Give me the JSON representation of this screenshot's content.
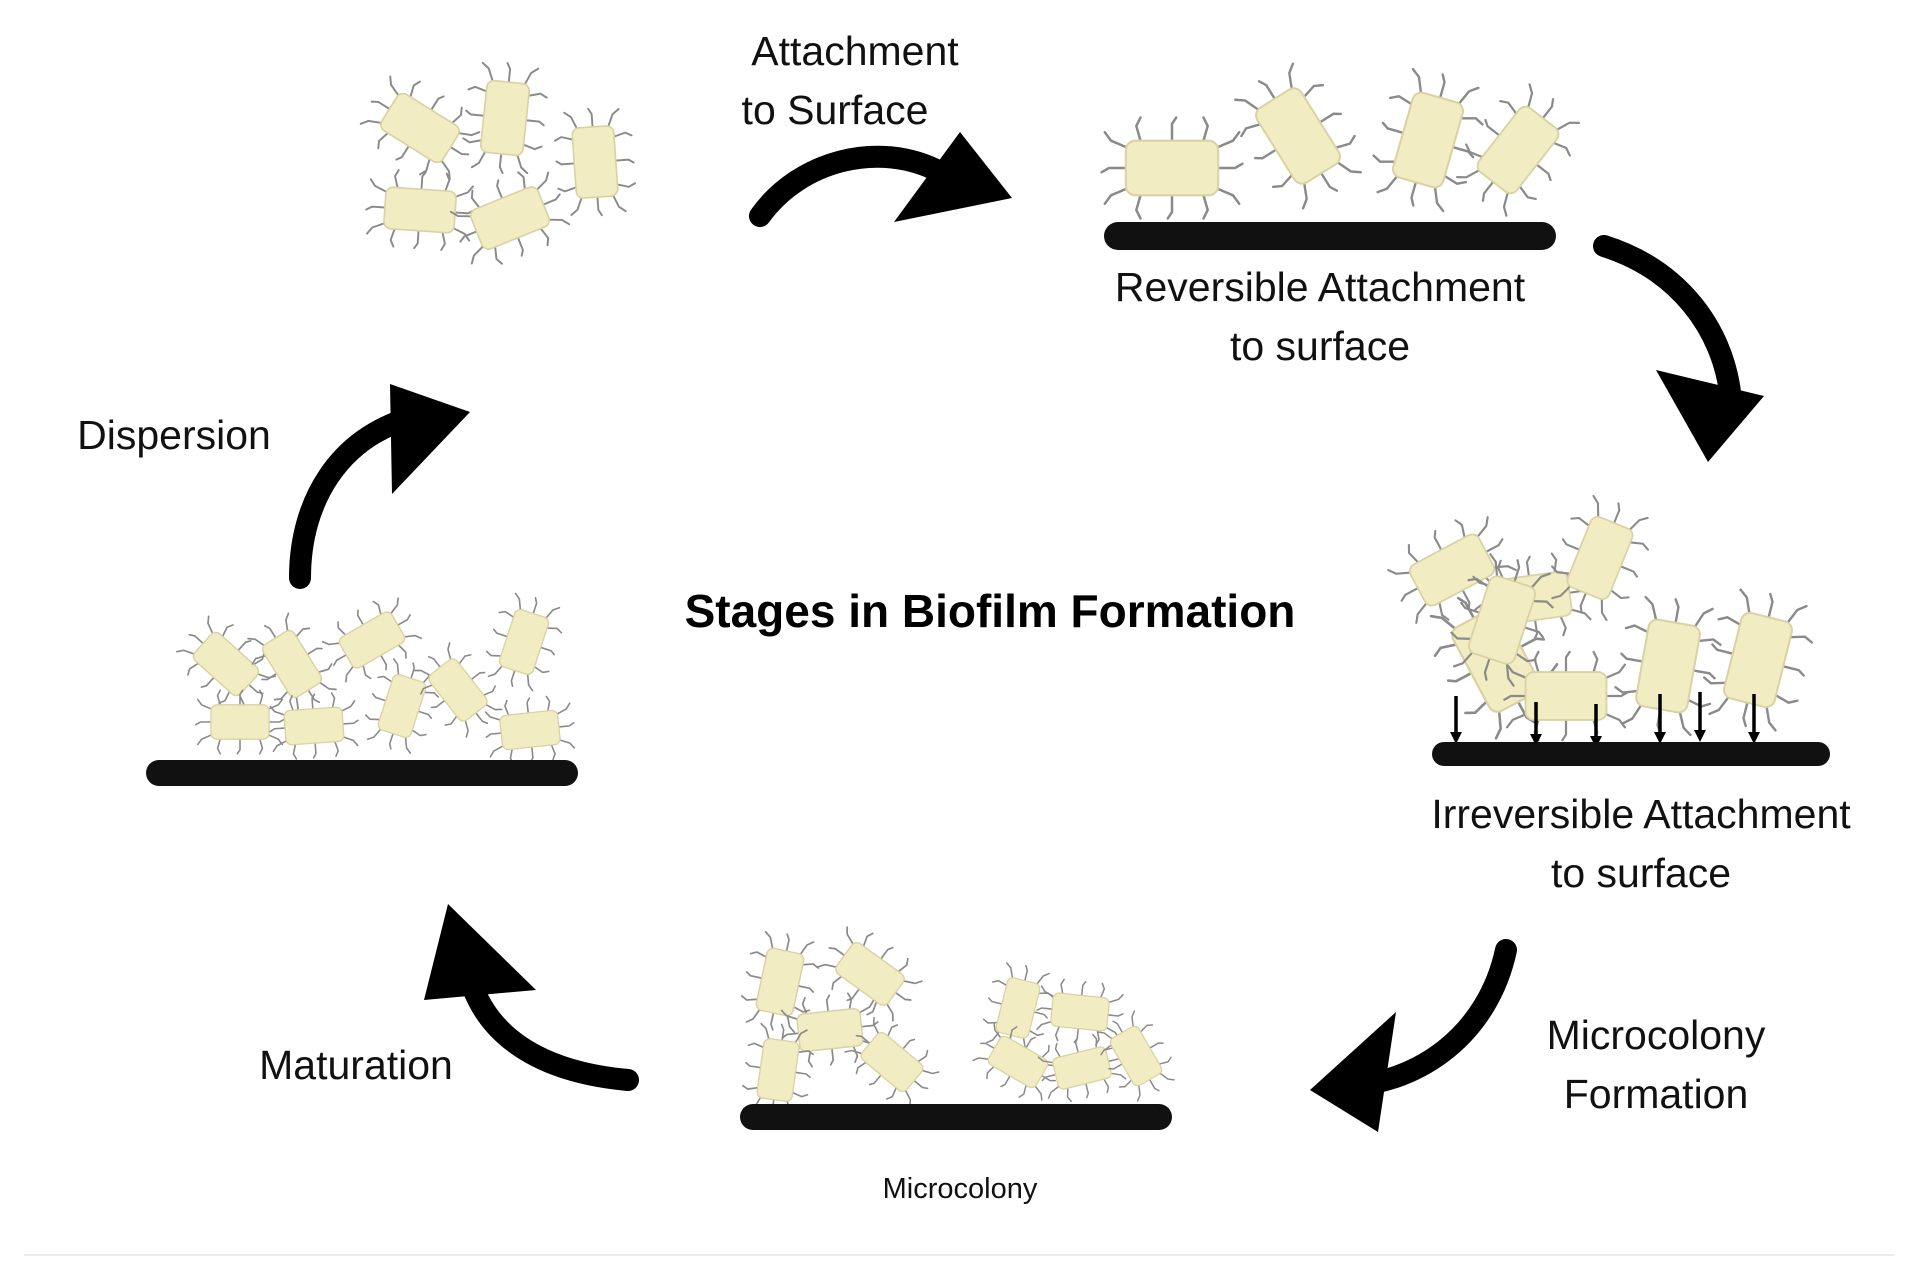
{
  "title": "Stages in Biofilm Formation",
  "stages": {
    "attachment_to_surface": [
      "Attachment",
      "to Surface"
    ],
    "reversible_attachment": [
      "Reversible Attachment",
      "to surface"
    ],
    "irreversible_attachment": [
      "Irreversible Attachment",
      "to surface"
    ],
    "microcolony_formation": [
      "Microcolony",
      "Formation"
    ],
    "microcolony": "Microcolony",
    "maturation": "Maturation",
    "dispersion": "Dispersion"
  },
  "colors": {
    "cell_fill": "#f2ecc2",
    "cell_stroke": "#d9d2a4",
    "flagella": "#8a8a8a",
    "surface": "#111111",
    "arrow": "#000000"
  }
}
